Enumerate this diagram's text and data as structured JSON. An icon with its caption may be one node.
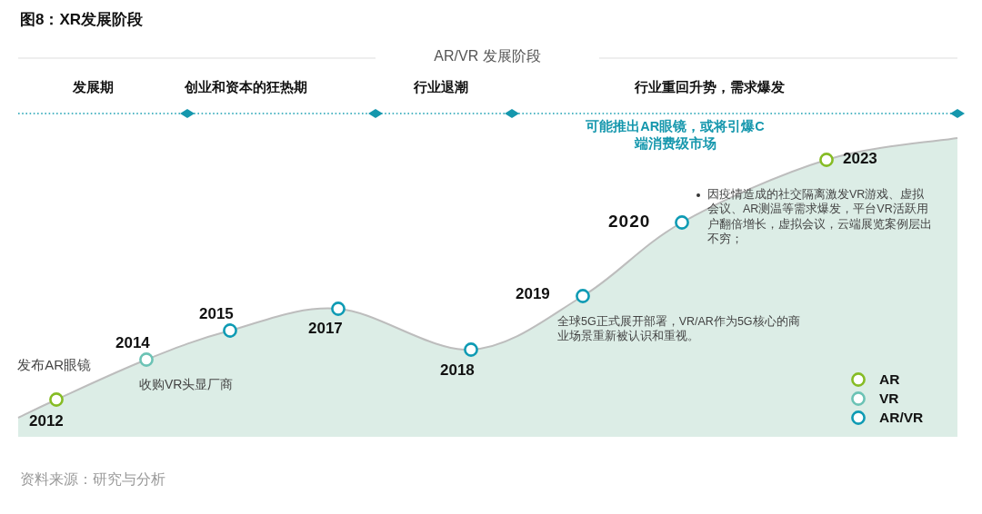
{
  "diagram": {
    "title": "图8：XR发展阶段",
    "caption": "资料来源：研究与分析",
    "nodes": [
      {
        "text": [
          "2012"
        ],
        "beside": [
          "发布AR眼镜"
        ]
      },
      {
        "text": [
          "2014"
        ],
        "beside": [
          "收购VR头显厂商"
        ]
      },
      {
        "text": [
          "2015"
        ]
      },
      {
        "text": [
          "2017"
        ]
      },
      {
        "text": [
          "2018"
        ]
      },
      {
        "text": [
          "2019"
        ],
        "beside": [
          "全球5G正式展开部署，VR/AR作为5G核心的商业场景重新被认识和重视。"
        ]
      },
      {
        "text": [
          "2020"
        ],
        "beside": [
          "因疫情造成的社交隔离激发VR游戏、虚拟会议、AR测温等需求爆发，平台VR活跃用户翻倍增长，虚拟会议，云端展览案例层出不穷；"
        ]
      },
      {
        "text": [
          "2023"
        ]
      }
    ],
    "labels": [
      "AR/VR 发展阶段",
      "发展期",
      "创业和资本的狂热期",
      "行业退潮",
      "行业重回升势，需求爆发",
      "可能推出AR眼镜，或将引爆C端消费级市场"
    ],
    "legend": [
      {
        "text": "AR",
        "color": "#86bc25"
      },
      {
        "text": "VR",
        "color": "#6cc3b5"
      },
      {
        "text": "AR/VR",
        "color": "#0f9bb4"
      }
    ]
  }
}
